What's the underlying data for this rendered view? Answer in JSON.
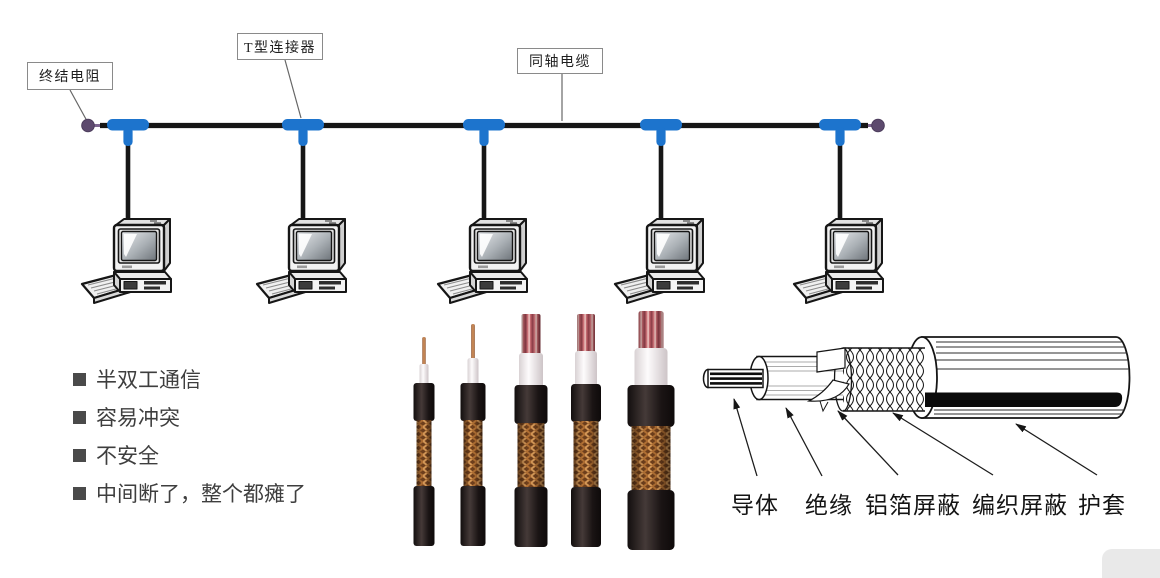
{
  "topology": {
    "terminator_label": "终结电阻",
    "t_connector_label": "T型连接器",
    "coax_label": "同轴电缆",
    "computer_count": 5,
    "colors": {
      "connector_blue": "#1d74cd",
      "terminator_purple": "#5d4a6e",
      "cable_black": "#161616"
    }
  },
  "notes": [
    "半双工通信",
    "容易冲突",
    "不安全",
    "中间断了，整个都瘫了"
  ],
  "coax_parts": [
    "导体",
    "绝缘",
    "铝箔屏蔽",
    "编织屏蔽",
    "护套"
  ],
  "photo": {
    "description_colors": {
      "braid_copper": "#b4713a",
      "sheath_black": "#1d1717",
      "strand_red": "#cb7076",
      "insulation_white": "#f3eff1"
    },
    "cable_count": 5
  },
  "icons": {
    "computer": "desktop-pc-icon",
    "bullet": "square-bullet-icon"
  }
}
